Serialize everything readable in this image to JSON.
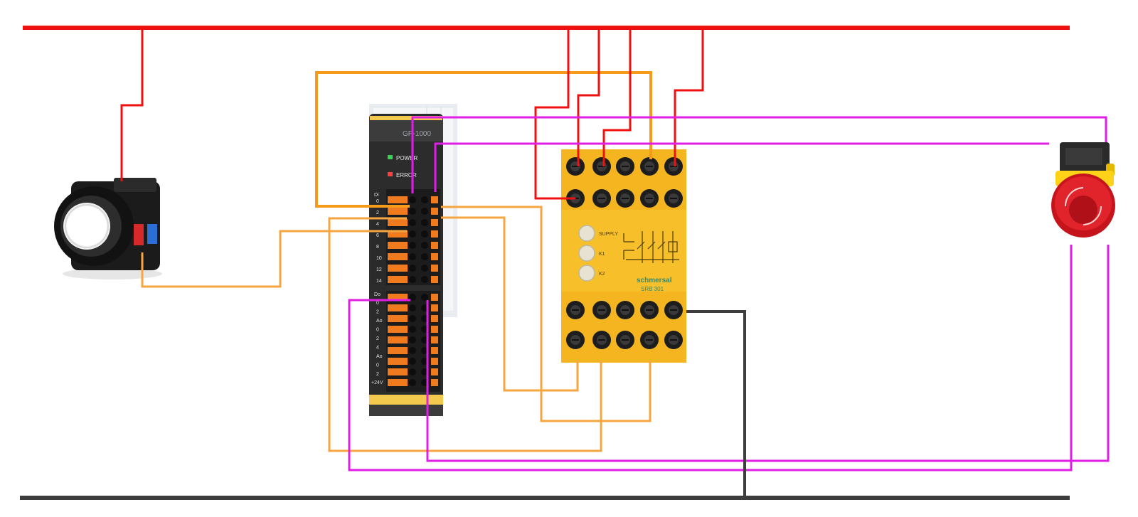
{
  "colors": {
    "power_line": "#ee1111",
    "ground_line": "#3d3d3d",
    "orange_wire": "#f5a640",
    "orange_bus": "#f59a1a",
    "magenta_wire": "#e11ee6",
    "relay_body": "#f7c02a",
    "relay_dark": "#1d1d1d",
    "plc_body": "#2c2c2c",
    "estop_red": "#d81f26",
    "estop_yellow": "#ffd21a"
  },
  "plc": {
    "model": "GP-1000",
    "led_power": "POWER",
    "led_error": "ERROR",
    "input_group": "Di",
    "input_numbers": [
      "0",
      "2",
      "4",
      "6",
      "8",
      "10",
      "12",
      "14"
    ],
    "output_group_a": "Do",
    "output_numbers_a": [
      "0",
      "2"
    ],
    "output_group_b": "Ao",
    "output_numbers_b": [
      "0",
      "2",
      "4"
    ],
    "output_group_c": "Ao",
    "output_numbers_c": [
      "0",
      "2"
    ],
    "supply_label": "+24V"
  },
  "relay": {
    "led_labels": [
      "SUPPLY",
      "K1",
      "K2"
    ],
    "brand": "schmersal",
    "model": "SRB 301"
  },
  "icons": {
    "push_button": "push-button-icon",
    "emergency_stop": "emergency-stop-icon",
    "safety_relay": "safety-relay-icon",
    "plc_module": "plc-module-icon"
  }
}
